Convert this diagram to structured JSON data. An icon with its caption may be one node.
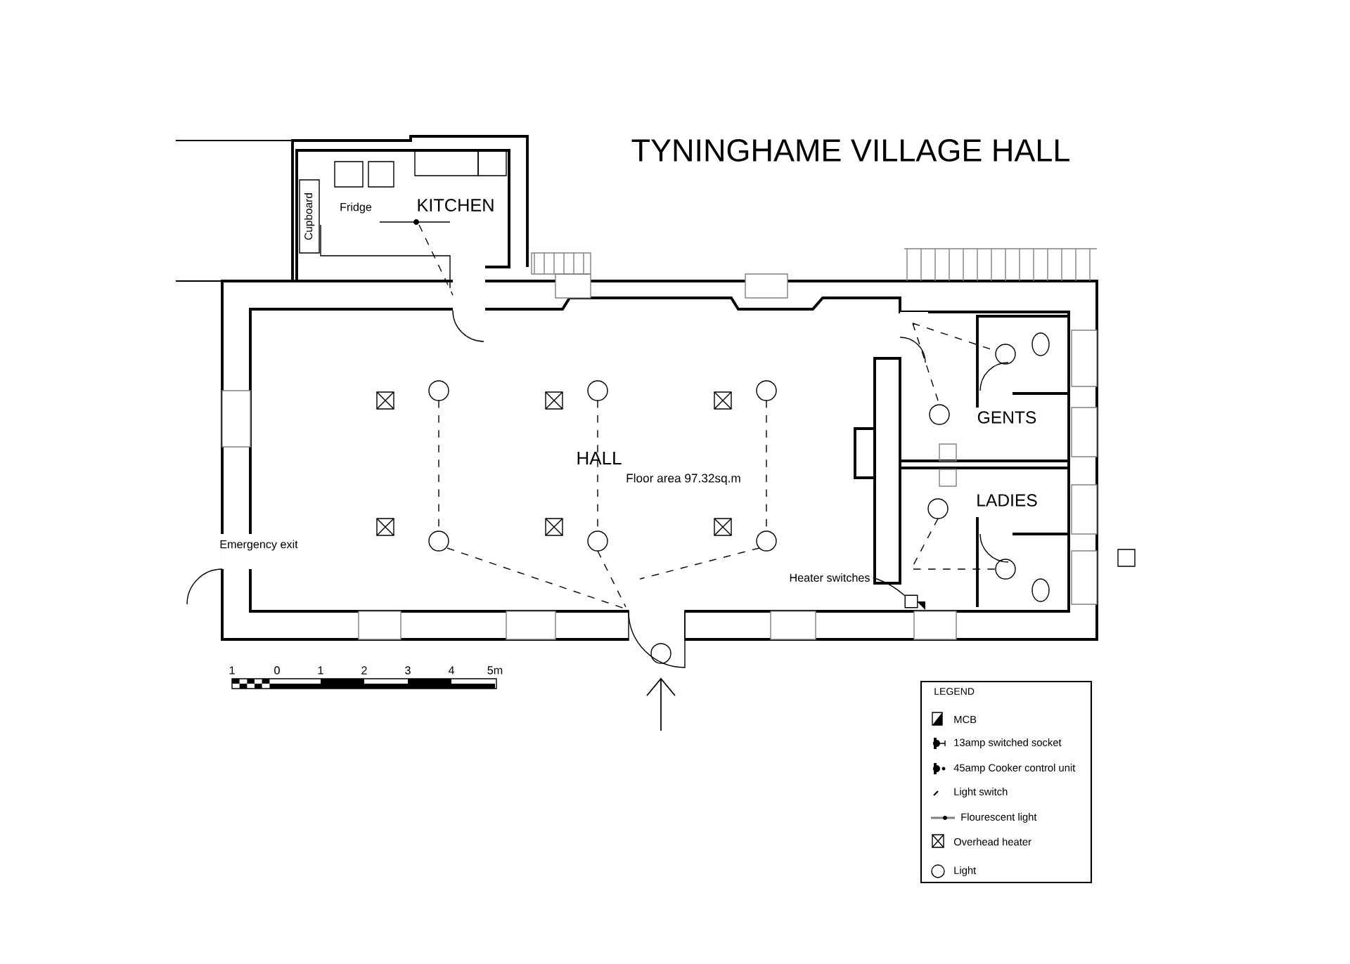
{
  "diagram": {
    "title": "TYNINGHAME VILLAGE HALL",
    "nodes": [
      {
        "text": [
          "Heater switches"
        ]
      },
      {
        "text": [],
        "shape": "box"
      }
    ],
    "edges": [
      {
        "from": 0,
        "to": 1,
        "arrow": "none"
      }
    ],
    "labels": [
      "Cupboard",
      "Fridge",
      "KITCHEN",
      "HALL",
      "Floor area 97.32sq.m",
      "GENTS",
      "LADIES",
      "Emergency exit",
      "1",
      "0",
      "1",
      "2",
      "3",
      "4",
      "5m",
      "LEGEND"
    ],
    "legend": [
      {
        "text": "MCB"
      },
      {
        "text": "13amp switched socket"
      },
      {
        "text": "45amp Cooker control unit"
      },
      {
        "text": "Light switch"
      },
      {
        "text": "Flourescent light"
      },
      {
        "text": "Overhead heater"
      },
      {
        "text": "Light"
      }
    ]
  }
}
